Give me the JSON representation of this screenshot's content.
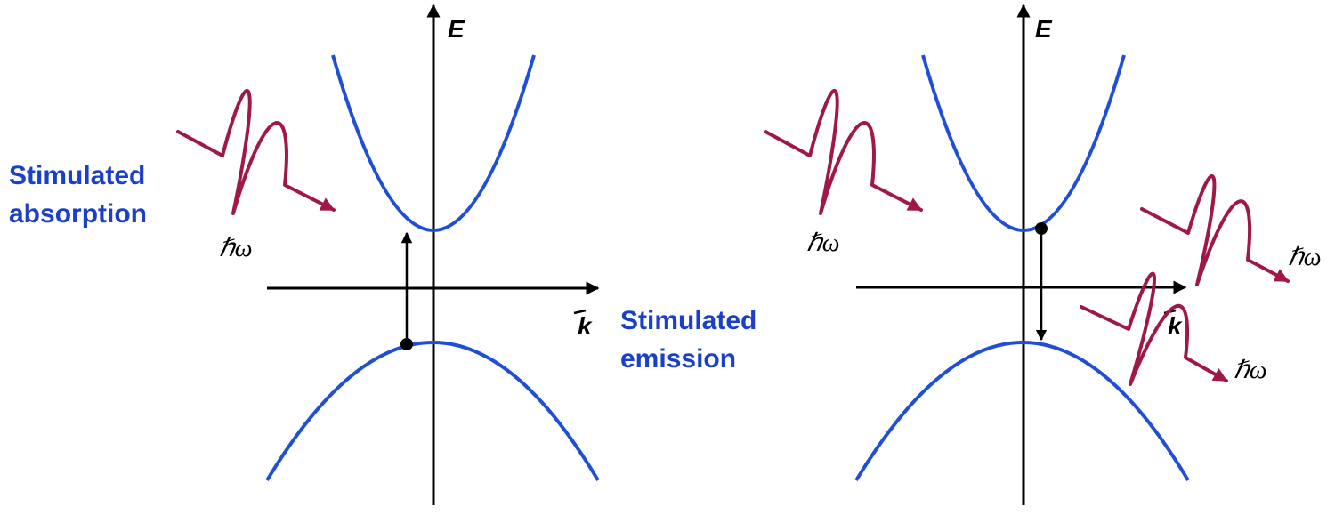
{
  "left_panel": {
    "axis_energy_label": "E",
    "axis_k_label": "k",
    "process_label_line1": "Stimulated",
    "process_label_line2": "absorption",
    "photon_label": "ℏω"
  },
  "right_panel": {
    "axis_energy_label": "E",
    "axis_k_label": "k",
    "process_label_line1": "Stimulated",
    "process_label_line2": "emission",
    "photon_in_label": "ℏω",
    "photon_out1_label": "ℏω",
    "photon_out2_label": "ℏω"
  },
  "colors": {
    "band": "#1f4fd6",
    "photon": "#a01848",
    "text": "#1a3fc8"
  }
}
